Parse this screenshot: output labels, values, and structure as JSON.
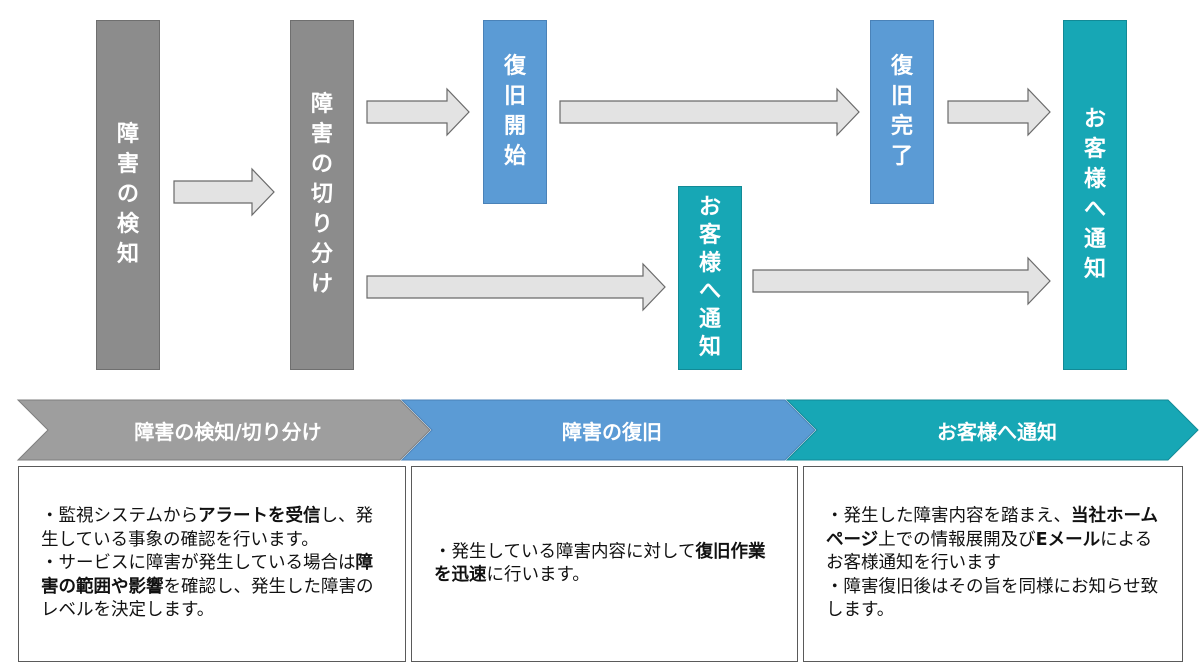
{
  "flow": {
    "detect": [
      "障",
      "害",
      "の",
      "検",
      "知"
    ],
    "isolate": [
      "障",
      "害",
      "の",
      "切",
      "り",
      "分",
      "け"
    ],
    "recovery_start": [
      "復",
      "旧",
      "開",
      "始"
    ],
    "recovery_done": [
      "復",
      "旧",
      "完",
      "了"
    ],
    "notify_mid": [
      "お",
      "客",
      "様",
      "へ",
      "通",
      "知"
    ],
    "notify_final": [
      "お",
      "客",
      "様",
      "へ",
      "通",
      "知"
    ]
  },
  "phases": [
    {
      "label": "障害の検知/切り分け",
      "color": "#9e9e9e"
    },
    {
      "label": "障害の復旧",
      "color": "#5b9bd5"
    },
    {
      "label": "お客様へ通知",
      "color": "#17a7b5"
    }
  ],
  "details": {
    "detect": {
      "p1_a": "・監視システムから",
      "p1_b": "アラートを受信",
      "p1_c": "し、発生している事象の確認を行います。",
      "p2_a": "・サービスに障害が発生している場合は",
      "p2_b": "障害の範囲や影響",
      "p2_c": "を確認し、発生した障害のレベルを決定します。"
    },
    "recover": {
      "p1_a": "・発生している障害内容に対して",
      "p1_b": "復旧作業を迅速",
      "p1_c": "に行います。"
    },
    "notify": {
      "p1_a": "・発生した障害内容を踏まえ、",
      "p1_b": "当社ホームページ",
      "p1_c": "上での情報展開及び",
      "p1_d": "Eメール",
      "p1_e": "によるお客様通知を行います",
      "p2": "・障害復旧後はその旨を同様にお知らせ致します。"
    }
  }
}
